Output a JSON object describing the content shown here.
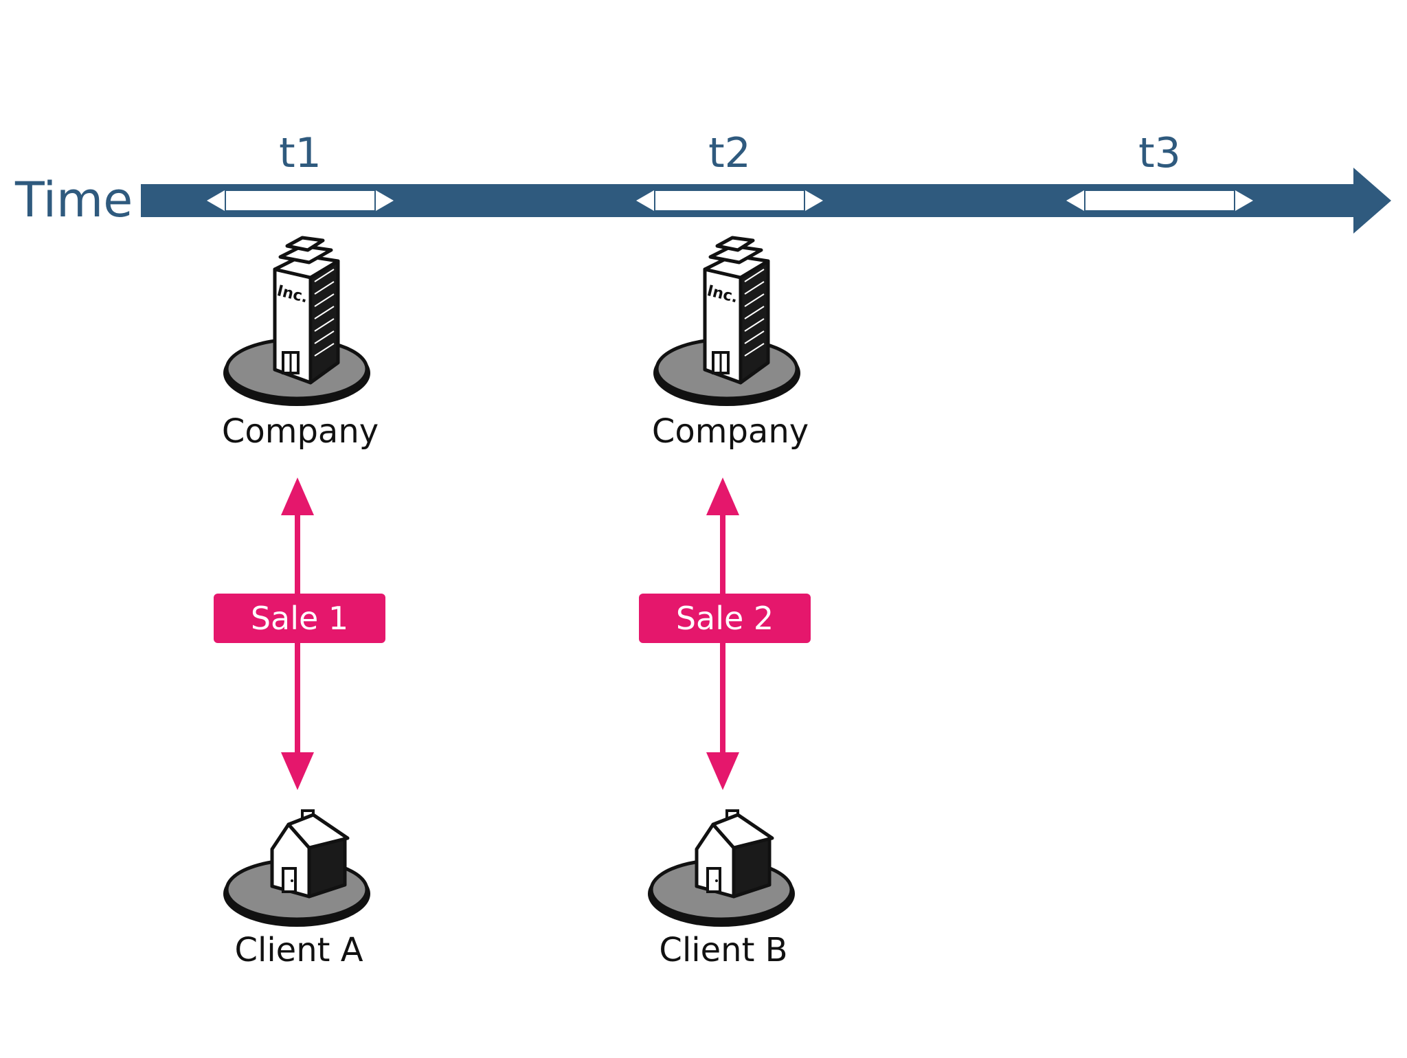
{
  "timeline": {
    "label": "Time",
    "color": "#2f5a7e",
    "periods": [
      {
        "label": "t1"
      },
      {
        "label": "t2"
      },
      {
        "label": "t3"
      }
    ]
  },
  "columns": [
    {
      "company": {
        "label": "Company",
        "icon": "office-building-icon",
        "sign": "Inc."
      },
      "sale": {
        "label": "Sale 1"
      },
      "client": {
        "label": "Client A",
        "icon": "house-icon"
      }
    },
    {
      "company": {
        "label": "Company",
        "icon": "office-building-icon",
        "sign": "Inc."
      },
      "sale": {
        "label": "Sale 2"
      },
      "client": {
        "label": "Client B",
        "icon": "house-icon"
      }
    }
  ],
  "colors": {
    "sale": "#e5176c",
    "timeline": "#2f5a7e",
    "platform": "#8a8a8a"
  }
}
